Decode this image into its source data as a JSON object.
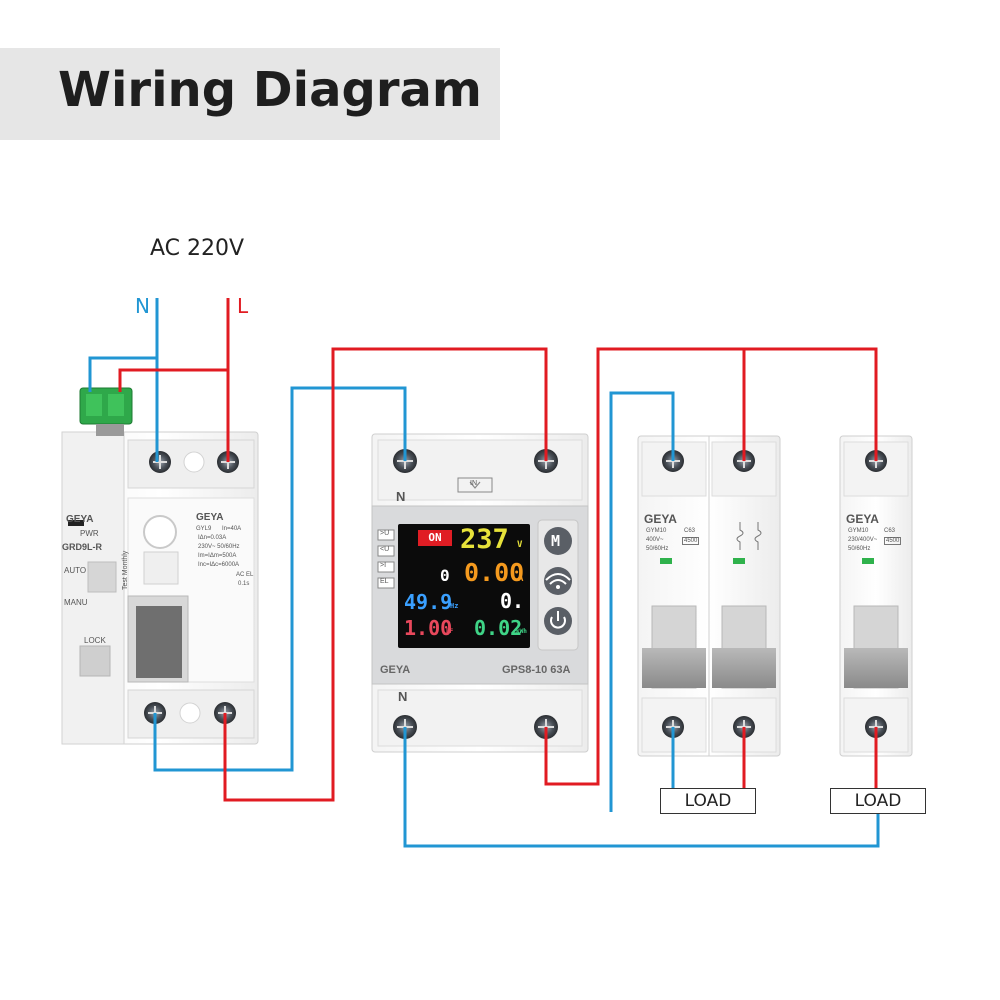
{
  "header": {
    "title": "Wiring Diagram"
  },
  "supply": {
    "label": "AC 220V",
    "neutral": "N",
    "live": "L"
  },
  "rcbo": {
    "brand": "GEYA",
    "model": "GRD9L-R",
    "pwr": "PWR",
    "auto": "AUTO",
    "manu": "MANU",
    "lock": "LOCK",
    "test": "Test Monthly",
    "spec_model": "GYL9",
    "spec_in": "In=40A",
    "spec_idn": "IΔn=0.03A",
    "spec_volt": "230V~ 50/60Hz",
    "spec_im": "Im=IΔm=500A",
    "spec_inc": "Inc=IΔc=6000A",
    "spec_ac": "AC EL",
    "spec_t": "0.1s"
  },
  "meter": {
    "brand": "GEYA",
    "model": "GPS8-10 63A",
    "n_top": "N",
    "n_bottom": "N",
    "in_mark": "IN",
    "on": "ON",
    "voltage": "237",
    "voltage_unit": "V",
    "current_prefix": "0",
    "current": "0.00",
    "current_unit": "A",
    "freq": "49.9",
    "freq_unit": "Hz",
    "power": "0.",
    "pf": "1.00",
    "pf_unit": "PF",
    "energy": "0.02",
    "energy_unit": "kWh",
    "indicators": [
      ">U",
      "<U",
      ">I",
      "EL"
    ],
    "btn_m": "M"
  },
  "mcb2p": {
    "brand": "GEYA",
    "model": "GYM10",
    "curve": "C63",
    "volt": "400V~",
    "freq": "50/60Hz",
    "rating": "4500"
  },
  "mcb1p": {
    "brand": "GEYA",
    "model": "GYM10",
    "curve": "C63",
    "volt": "230/400V~",
    "freq": "50/60Hz",
    "rating": "4500"
  },
  "loads": [
    {
      "label": "LOAD"
    },
    {
      "label": "LOAD"
    }
  ],
  "colors": {
    "neutral": "#2196d3",
    "live": "#e11b22",
    "lcd_bg": "#0b0b0b"
  }
}
